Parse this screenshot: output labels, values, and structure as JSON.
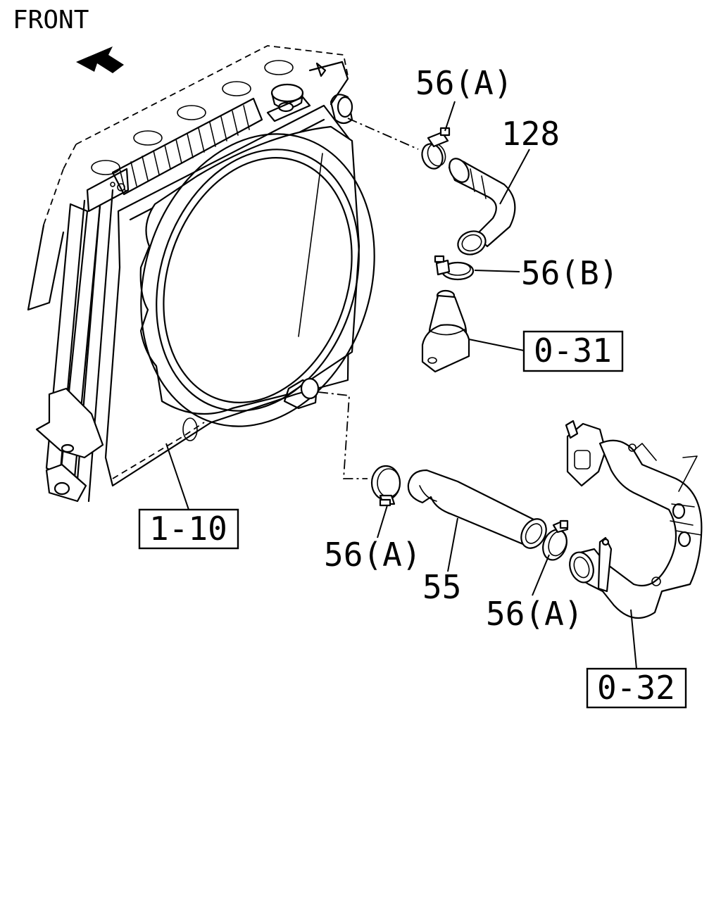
{
  "front_label": "FRONT",
  "labels": {
    "clamp_upper_a": "56(A)",
    "hose_upper": "128",
    "clamp_upper_b": "56(B)",
    "ref_thermostat": "0-31",
    "ref_radiator": "1-10",
    "clamp_lower_a_left": "56(A)",
    "hose_lower": "55",
    "clamp_lower_a_right": "56(A)",
    "ref_water_pipe": "0-32"
  }
}
